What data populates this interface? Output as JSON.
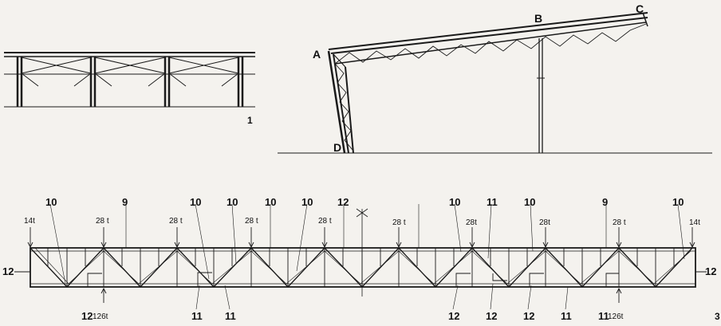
{
  "figures": {
    "fig1": {
      "number": "1"
    },
    "frame": {
      "points": {
        "a": "A",
        "b": "B",
        "c": "C",
        "d": "D"
      }
    },
    "truss": {
      "top_codes": [
        "10",
        "9",
        "10",
        "10",
        "10",
        "10",
        "12",
        "10",
        "11",
        "10",
        "9",
        "10"
      ],
      "loads": [
        "14t",
        "28 t",
        "28 t",
        "28 t",
        "28 t",
        "28 t",
        "28t",
        "28t",
        "28 t",
        "14t"
      ],
      "bottom_codes": [
        "12",
        "11",
        "11",
        "12",
        "12",
        "12",
        "11",
        "11"
      ],
      "reactions": [
        "126t",
        "126t"
      ],
      "end_codes": [
        "12",
        "12"
      ],
      "page_fragment": "3"
    }
  },
  "colors": {
    "ink": "#1a1a1a",
    "paper": "#f4f2ee"
  }
}
